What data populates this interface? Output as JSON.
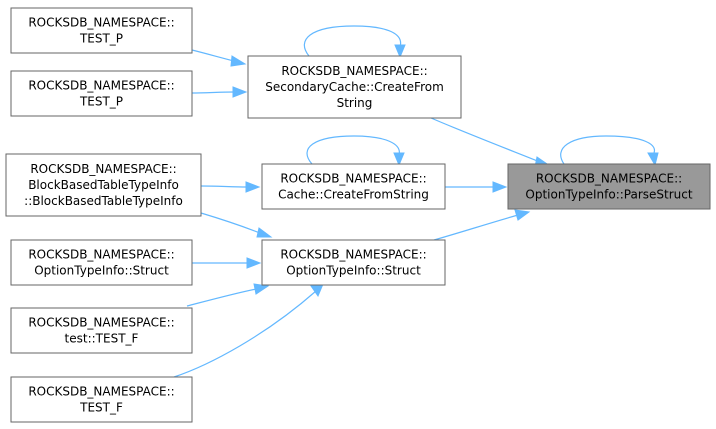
{
  "diagram": {
    "nodes": {
      "test_p_1": {
        "lines": [
          "ROCKSDB_NAMESPACE::",
          "TEST_P"
        ],
        "focus": false
      },
      "test_p_2": {
        "lines": [
          "ROCKSDB_NAMESPACE::",
          "TEST_P"
        ],
        "focus": false
      },
      "bbt": {
        "lines": [
          "ROCKSDB_NAMESPACE::",
          "BlockBasedTableTypeInfo",
          "::BlockBasedTableTypeInfo"
        ],
        "focus": false
      },
      "oti_struct_left": {
        "lines": [
          "ROCKSDB_NAMESPACE::",
          "OptionTypeInfo::Struct"
        ],
        "focus": false
      },
      "test_test_f": {
        "lines": [
          "ROCKSDB_NAMESPACE::",
          "test::TEST_F"
        ],
        "focus": false
      },
      "test_f": {
        "lines": [
          "ROCKSDB_NAMESPACE::",
          "TEST_F"
        ],
        "focus": false
      },
      "secondary_cache": {
        "lines": [
          "ROCKSDB_NAMESPACE::",
          "SecondaryCache::CreateFrom",
          "String"
        ],
        "focus": false
      },
      "cache_create": {
        "lines": [
          "ROCKSDB_NAMESPACE::",
          "Cache::CreateFromString"
        ],
        "focus": false
      },
      "oti_struct": {
        "lines": [
          "ROCKSDB_NAMESPACE::",
          "OptionTypeInfo::Struct"
        ],
        "focus": false
      },
      "parse_struct": {
        "lines": [
          "ROCKSDB_NAMESPACE::",
          "OptionTypeInfo::ParseStruct"
        ],
        "focus": true
      }
    },
    "edges": [
      {
        "from": "test_p_1",
        "to": "secondary_cache"
      },
      {
        "from": "test_p_2",
        "to": "secondary_cache"
      },
      {
        "from": "secondary_cache",
        "to": "secondary_cache"
      },
      {
        "from": "bbt",
        "to": "cache_create"
      },
      {
        "from": "bbt",
        "to": "oti_struct"
      },
      {
        "from": "cache_create",
        "to": "cache_create"
      },
      {
        "from": "oti_struct_left",
        "to": "oti_struct"
      },
      {
        "from": "test_test_f",
        "to": "oti_struct"
      },
      {
        "from": "test_f",
        "to": "oti_struct"
      },
      {
        "from": "secondary_cache",
        "to": "parse_struct"
      },
      {
        "from": "cache_create",
        "to": "parse_struct"
      },
      {
        "from": "oti_struct",
        "to": "parse_struct"
      },
      {
        "from": "parse_struct",
        "to": "parse_struct"
      }
    ],
    "colors": {
      "edge": "#63b8ff",
      "node_border": "#666666",
      "focus_fill": "#999999",
      "node_fill": "#ffffff"
    }
  }
}
